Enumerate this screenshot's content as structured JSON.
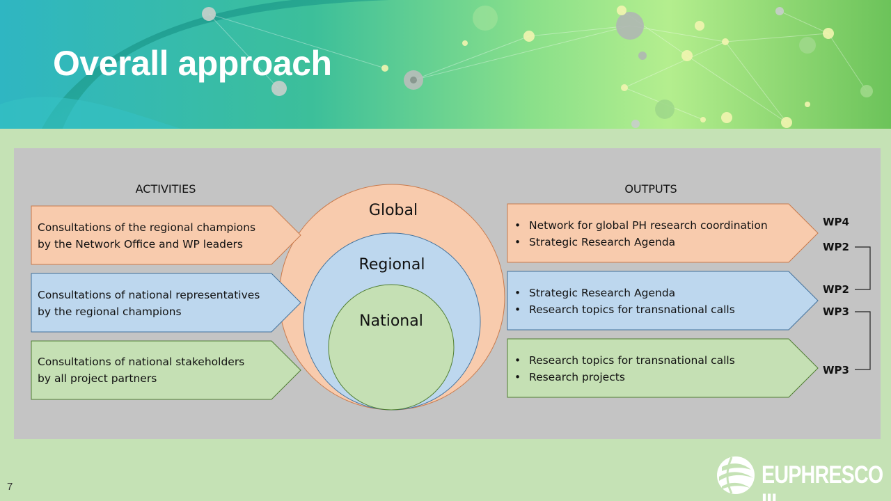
{
  "title": "Overall approach",
  "page_number": "7",
  "activities": {
    "heading": "ACTIVITIES",
    "items": [
      {
        "line1": "Consultations of the regional champions",
        "line2": "by the Network Office and WP leaders"
      },
      {
        "line1": "Consultations of national representatives",
        "line2": "by the regional champions"
      },
      {
        "line1": "Consultations of national stakeholders",
        "line2": "by all project partners"
      }
    ]
  },
  "circles": {
    "global": "Global",
    "regional": "Regional",
    "national": "National"
  },
  "outputs": {
    "heading": "OUTPUTS",
    "items": [
      {
        "bullets": [
          "Network for global PH research coordination",
          "Strategic Research Agenda"
        ]
      },
      {
        "bullets": [
          "Strategic Research Agenda",
          "Research topics for transnational calls"
        ]
      },
      {
        "bullets": [
          "Research topics for transnational calls",
          "Research projects"
        ]
      }
    ]
  },
  "work_packages": [
    "WP4",
    "WP2",
    "WP2",
    "WP3",
    "WP3"
  ],
  "logo": {
    "text": "EUPHRESCO III",
    "icon": "globe-logo-icon"
  },
  "colors": {
    "global": "#f8cbad",
    "regional": "#bdd7ee",
    "national": "#c5e0b4",
    "panel": "#c4c4c4",
    "background": "#c5e2b5"
  }
}
